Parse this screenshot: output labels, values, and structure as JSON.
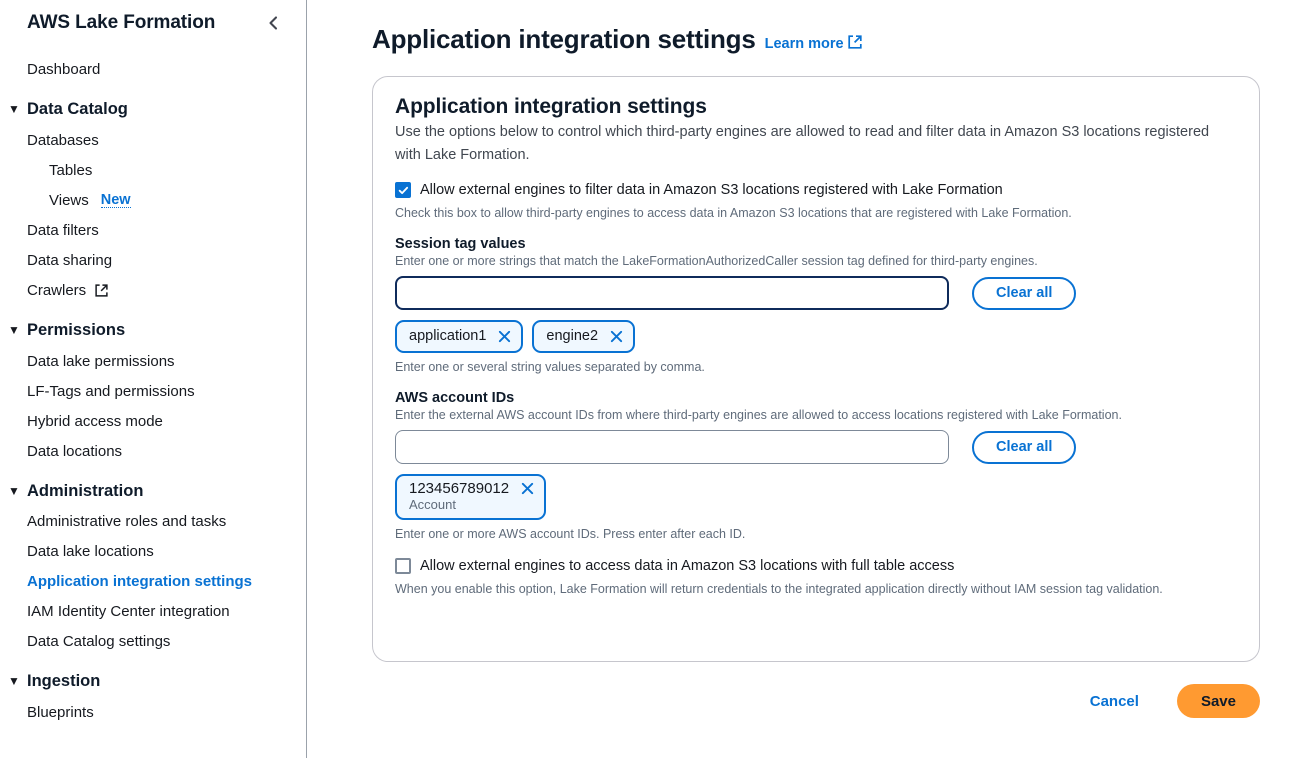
{
  "sidebar": {
    "title": "AWS Lake Formation",
    "collapse_icon": "chevron-left-icon",
    "items": [
      {
        "label": "Dashboard",
        "type": "link",
        "level": 0
      },
      {
        "label": "Data Catalog",
        "type": "section",
        "level": 0,
        "caret": "▼"
      },
      {
        "label": "Databases",
        "type": "link",
        "level": 0
      },
      {
        "label": "Tables",
        "type": "link",
        "level": 1
      },
      {
        "label": "Views",
        "type": "link",
        "level": 1,
        "badge": "New"
      },
      {
        "label": "Data filters",
        "type": "link",
        "level": 0
      },
      {
        "label": "Data sharing",
        "type": "link",
        "level": 0
      },
      {
        "label": "Crawlers",
        "type": "link",
        "level": 0,
        "external": true
      },
      {
        "label": "Permissions",
        "type": "section",
        "level": 0,
        "caret": "▼"
      },
      {
        "label": "Data lake permissions",
        "type": "link",
        "level": 0
      },
      {
        "label": "LF-Tags and permissions",
        "type": "link",
        "level": 0
      },
      {
        "label": "Hybrid access mode",
        "type": "link",
        "level": 0
      },
      {
        "label": "Data locations",
        "type": "link",
        "level": 0
      },
      {
        "label": "Administration",
        "type": "section",
        "level": 0,
        "caret": "▼"
      },
      {
        "label": "Administrative roles and tasks",
        "type": "link",
        "level": 0
      },
      {
        "label": "Data lake locations",
        "type": "link",
        "level": 0
      },
      {
        "label": "Application integration settings",
        "type": "link",
        "level": 0,
        "active": true
      },
      {
        "label": "IAM Identity Center integration",
        "type": "link",
        "level": 0
      },
      {
        "label": "Data Catalog settings",
        "type": "link",
        "level": 0
      },
      {
        "label": "Ingestion",
        "type": "section",
        "level": 0,
        "caret": "▼"
      },
      {
        "label": "Blueprints",
        "type": "link",
        "level": 0
      }
    ]
  },
  "header": {
    "title": "Application integration settings",
    "learn_more": "Learn more",
    "learn_more_icon": "external-link-icon"
  },
  "card": {
    "title": "Application integration settings",
    "description": "Use the options below to control which third-party engines are allowed to read and filter data in Amazon S3 locations registered with Lake Formation.",
    "external_engines_checkbox": {
      "label": "Allow external engines to filter data in Amazon S3 locations registered with Lake Formation",
      "checked": true,
      "hint": "Check this box to allow third-party engines to access data in Amazon S3 locations that are registered with Lake Formation."
    },
    "session_tag_values": {
      "label": "Session tag values",
      "description": "Enter one or more strings that match the LakeFormationAuthorizedCaller session tag defined for third-party engines.",
      "input_value": "",
      "input_placeholder": "",
      "focused": true,
      "clear_all_label": "Clear all",
      "tokens": [
        {
          "text": "application1",
          "remove_icon": "close-icon"
        },
        {
          "text": "engine2",
          "remove_icon": "close-icon"
        }
      ],
      "hint": "Enter one or several string values separated by comma."
    },
    "aws_account_ids": {
      "label": "AWS account IDs",
      "description": "Enter the external AWS account IDs from where third-party engines are allowed to access locations registered with Lake Formation.",
      "input_value": "",
      "input_placeholder": "",
      "focused": false,
      "clear_all_label": "Clear all",
      "tokens": [
        {
          "text": "123456789012",
          "sub": "Account",
          "remove_icon": "close-icon"
        }
      ],
      "hint": "Enter one or more AWS account IDs. Press enter after each ID."
    },
    "full_table_access_checkbox": {
      "label": "Allow external engines to access data in Amazon S3 locations with full table access",
      "checked": false,
      "hint": "When you enable this option, Lake Formation will return credentials to the integrated application directly without IAM session tag validation."
    }
  },
  "footer": {
    "cancel_label": "Cancel",
    "save_label": "Save"
  },
  "colors": {
    "accent_blue": "#0972d3",
    "save_orange": "#ff9a31",
    "focus_border": "#0f2b5b",
    "token_bg": "#f0f8ff",
    "muted_text": "#5f6b7a"
  }
}
